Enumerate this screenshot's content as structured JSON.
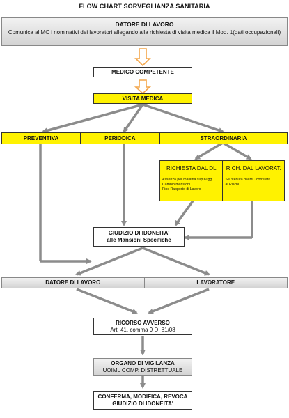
{
  "title": "FLOW CHART SORVEGLIANZA SANITARIA",
  "datore_top": {
    "heading": "DATORE DI LAVORO",
    "text": "Comunica al MC i nominativi dei lavoratori allegando alla richiesta di visita medica il Mod. 1(dati occupazionali)"
  },
  "medico": "MEDICO COMPETENTE",
  "visita": "VISITA MEDICA",
  "types": [
    "PREVENTIVA",
    "PERIODICA",
    "STRAORDINARIA"
  ],
  "richiesta_dl": {
    "heading": "RICHIESTA DAL DL",
    "lines": [
      "Assenza per malattia sup.60gg",
      "Cambio mansioni",
      "Fine Rapporto di Lavoro"
    ]
  },
  "richiesta_lav": {
    "heading": "RICH. DAL LAVORAT.",
    "lines": [
      "Se ritenuta dal MC correlata",
      "ai Rischi."
    ]
  },
  "giudizio": {
    "line1": "GIUDIZIO DI IDONEITA'",
    "line2": "alle Mansioni Specifiche"
  },
  "parties": [
    "DATORE DI LAVORO",
    "LAVORATORE"
  ],
  "ricorso": {
    "line1": "RICORSO AVVERSO",
    "line2": "Art. 41, comma 9 D. 81/08"
  },
  "organo": {
    "line1": "ORGANO DI VIGILANZA",
    "line2": "UOIML COMP. DISTRETTUALE"
  },
  "conferma": {
    "line1": "CONFERMA, MODIFICA, REVOCA",
    "line2": "GIUDIZIO DI IDONEITA'"
  },
  "colors": {
    "yellow": "#fff200",
    "orange_arrow": "#f4a64a",
    "gray_arrow": "#8c8c8c"
  }
}
